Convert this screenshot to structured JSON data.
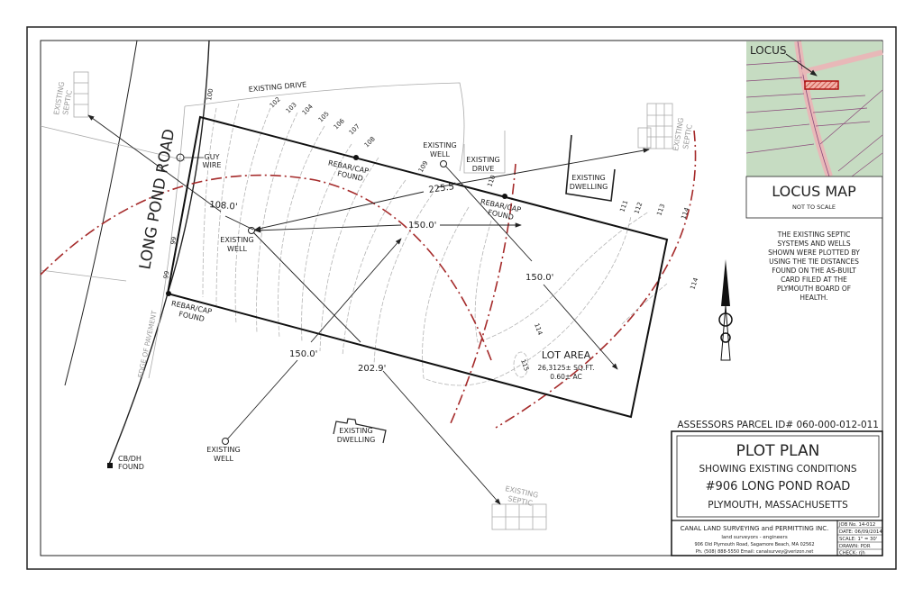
{
  "locus": {
    "pointer": "LOCUS",
    "title": "LOCUS MAP",
    "subtitle": "NOT TO SCALE"
  },
  "notes": [
    "THE EXISTING SEPTIC",
    "SYSTEMS AND WELLS",
    "SHOWN WERE PLOTTED BY",
    "USING THE TIE DISTANCES",
    "FOUND ON THE AS-BUILT",
    "CARD FILED AT THE",
    "PLYMOUTH BOARD OF",
    "HEALTH."
  ],
  "parcel_id": "ASSESSORS PARCEL ID# 060-000-012-011",
  "title_block": {
    "title": "PLOT PLAN",
    "line1": "SHOWING EXISTING CONDITIONS",
    "line2": "#906 LONG POND ROAD",
    "line3": "PLYMOUTH, MASSACHUSETTS",
    "company": "CANAL LAND SURVEYING and PERMITTING INC.",
    "tagline": "land surveyors - engineers",
    "address": "906 Old Plymouth Road, Sagamore Beach, MA 02562",
    "contact": "Ph. (508) 888-5550  Email: canalsurvey@verizon.net",
    "job_no": "JOB No. 14-012",
    "date": "DATE: 06/09/2014",
    "scale": "SCALE: 1\" = 30'",
    "drawn": "DRAWN: PDR",
    "check": "CHECK: rjh"
  },
  "plan": {
    "road": "LONG POND ROAD",
    "edge": "EDGE OF PAVEMENT",
    "existing_drive_top": "EXISTING DRIVE",
    "existing_drive": [
      "EXISTING",
      "DRIVE"
    ],
    "septic": [
      "EXISTING",
      "SEPTIC"
    ],
    "well": [
      "EXISTING",
      "WELL"
    ],
    "dwelling": [
      "EXISTING",
      "DWELLING"
    ],
    "rebar": [
      "REBAR/CAP",
      "FOUND"
    ],
    "guy_wire": [
      "GUY",
      "WIRE"
    ],
    "cbdh": [
      "CB/DH",
      "FOUND"
    ],
    "lot_area": [
      "LOT AREA",
      "26,3125± SQ.FT.",
      "0.60± AC"
    ],
    "dims": [
      "108.0'",
      "225.5'",
      "150.0'",
      "150.0'",
      "150.0'",
      "202.9'"
    ],
    "contours": [
      "100",
      "102",
      "103",
      "104",
      "105",
      "106",
      "107",
      "108",
      "109",
      "110",
      "111",
      "112",
      "113",
      "114",
      "114",
      "114",
      "115",
      "99",
      "99"
    ]
  }
}
